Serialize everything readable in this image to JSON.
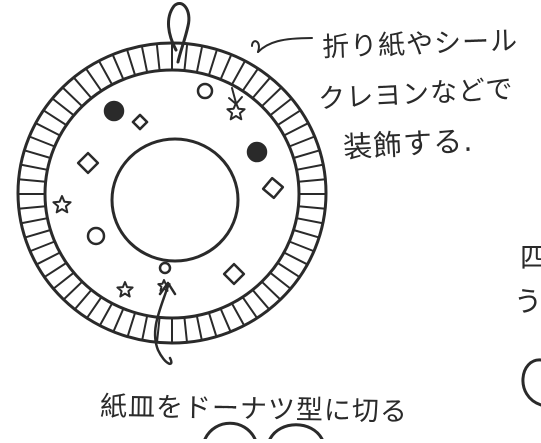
{
  "annotations": {
    "decorate_line1": "折り紙やシール",
    "decorate_line2": "クレヨンなどで",
    "decorate_line3": "装飾する.",
    "cut_instruction": "紙皿をドーナツ型に切る",
    "cutoff_right_1": "四",
    "cutoff_right_2": "う"
  },
  "colors": {
    "ink": "#2a2a2a",
    "background": "#ffffff"
  },
  "decorations": {
    "stars": 4,
    "filled_circles": 2,
    "open_circles": 3,
    "diamonds": 4
  }
}
